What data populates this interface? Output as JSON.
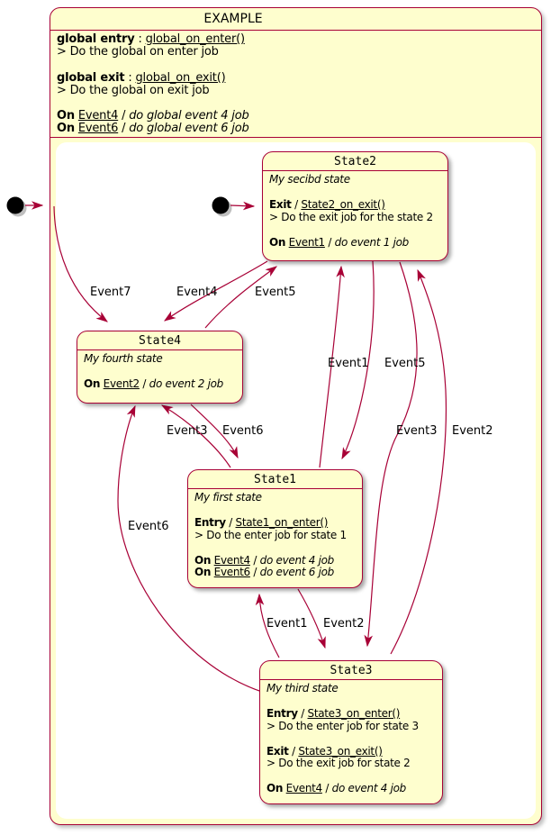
{
  "title": "EXAMPLE",
  "colors": {
    "border": "#a80036",
    "line": "#a80036",
    "state_fill": "#fefece",
    "region_fill": "#ffffff",
    "text": "#000000"
  },
  "global_note": {
    "lines": [
      [
        {
          "t": "global entry",
          "b": true
        },
        {
          "t": " : "
        },
        {
          "t": "global_on_enter()",
          "u": true
        }
      ],
      [
        {
          "t": "> Do the global on enter job"
        }
      ],
      [],
      [
        {
          "t": "global exit",
          "b": true
        },
        {
          "t": " : "
        },
        {
          "t": "global_on_exit()",
          "u": true
        }
      ],
      [
        {
          "t": "> Do the global on exit job"
        }
      ],
      [],
      [
        {
          "t": "On",
          "b": true
        },
        {
          "t": " "
        },
        {
          "t": "Event4",
          "u": true
        },
        {
          "t": " / "
        },
        {
          "t": "do global event 4 job",
          "i": true
        }
      ],
      [
        {
          "t": "On",
          "b": true
        },
        {
          "t": " "
        },
        {
          "t": "Event6",
          "u": true
        },
        {
          "t": " / "
        },
        {
          "t": "do global event 6 job",
          "i": true
        }
      ]
    ]
  },
  "states": [
    {
      "name": "State2",
      "lines": [
        [
          {
            "t": "My secibd state",
            "i": true
          }
        ],
        [],
        [
          {
            "t": "Exit",
            "b": true
          },
          {
            "t": " / "
          },
          {
            "t": "State2_on_exit()",
            "u": true
          }
        ],
        [
          {
            "t": "> Do the exit job for the state 2"
          }
        ],
        [],
        [
          {
            "t": "On",
            "b": true
          },
          {
            "t": " "
          },
          {
            "t": "Event1",
            "u": true
          },
          {
            "t": " / "
          },
          {
            "t": "do event 1 job",
            "i": true
          }
        ]
      ]
    },
    {
      "name": "State4",
      "lines": [
        [
          {
            "t": "My fourth state",
            "i": true
          }
        ],
        [],
        [
          {
            "t": "On",
            "b": true
          },
          {
            "t": " "
          },
          {
            "t": "Event2",
            "u": true
          },
          {
            "t": " / "
          },
          {
            "t": "do event 2 job",
            "i": true
          }
        ]
      ]
    },
    {
      "name": "State1",
      "lines": [
        [
          {
            "t": "My first state",
            "i": true
          }
        ],
        [],
        [
          {
            "t": "Entry",
            "b": true
          },
          {
            "t": " / "
          },
          {
            "t": "State1_on_enter()",
            "u": true
          }
        ],
        [
          {
            "t": "> Do the enter job for state 1"
          }
        ],
        [],
        [
          {
            "t": "On",
            "b": true
          },
          {
            "t": " "
          },
          {
            "t": "Event4",
            "u": true
          },
          {
            "t": " / "
          },
          {
            "t": "do event 4 job",
            "i": true
          }
        ],
        [
          {
            "t": "On",
            "b": true
          },
          {
            "t": " "
          },
          {
            "t": "Event6",
            "u": true
          },
          {
            "t": " / "
          },
          {
            "t": "do event 6 job",
            "i": true
          }
        ]
      ]
    },
    {
      "name": "State3",
      "lines": [
        [
          {
            "t": "My third state",
            "i": true
          }
        ],
        [],
        [
          {
            "t": "Entry",
            "b": true
          },
          {
            "t": " / "
          },
          {
            "t": "State3_on_enter()",
            "u": true
          }
        ],
        [
          {
            "t": "> Do the enter job for state 3"
          }
        ],
        [],
        [
          {
            "t": "Exit",
            "b": true
          },
          {
            "t": " / "
          },
          {
            "t": "State3_on_exit()",
            "u": true
          }
        ],
        [
          {
            "t": "> Do the exit job for state 2"
          }
        ],
        [],
        [
          {
            "t": "On",
            "b": true
          },
          {
            "t": " "
          },
          {
            "t": "Event4",
            "u": true
          },
          {
            "t": " / "
          },
          {
            "t": "do event 4 job",
            "i": true
          }
        ]
      ]
    }
  ],
  "transitions": [
    {
      "event": "Event7",
      "from": "EXAMPLE",
      "to": "State4"
    },
    {
      "event": "Event4",
      "from": "State2",
      "to": "State4"
    },
    {
      "event": "Event5",
      "from": "State4",
      "to": "State2"
    },
    {
      "event": "Event1",
      "from": "State1",
      "to": "State2"
    },
    {
      "event": "Event5",
      "from": "State2",
      "to": "State1"
    },
    {
      "event": "Event3",
      "from": "State1",
      "to": "State4"
    },
    {
      "event": "Event6",
      "from": "State4",
      "to": "State1"
    },
    {
      "event": "Event6",
      "from": "State3",
      "to": "State4"
    },
    {
      "event": "Event3",
      "from": "State2",
      "to": "State3"
    },
    {
      "event": "Event2",
      "from": "State3",
      "to": "State2"
    },
    {
      "event": "Event1",
      "from": "State3",
      "to": "State1"
    },
    {
      "event": "Event2",
      "from": "State1",
      "to": "State3"
    }
  ],
  "initial_transitions": [
    {
      "from": "initial",
      "to": "EXAMPLE"
    },
    {
      "from": "initial",
      "to": "State2"
    }
  ]
}
